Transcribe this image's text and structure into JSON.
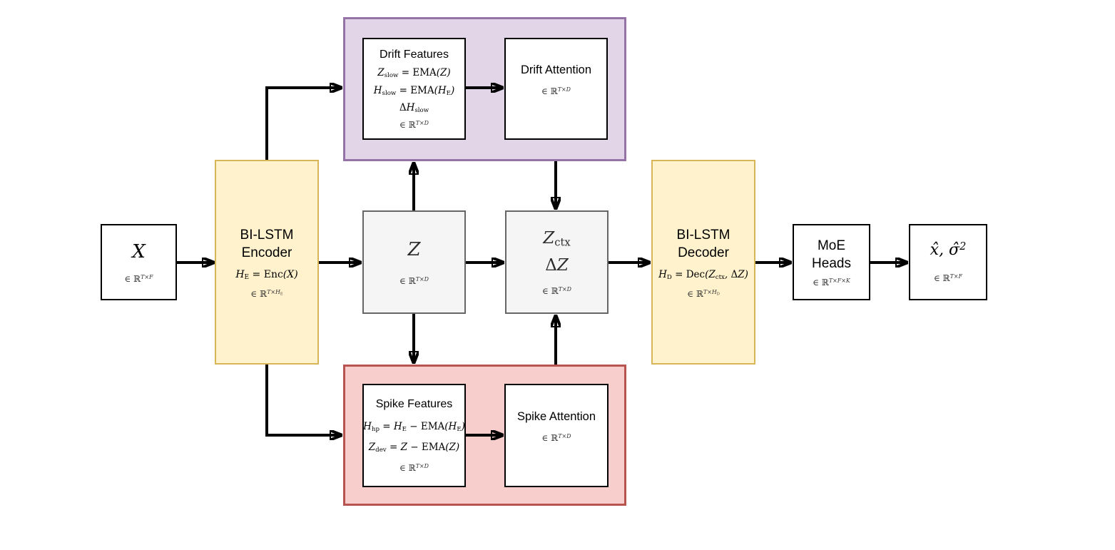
{
  "colors": {
    "canvas_bg": "#ffffff",
    "arrow": "#000000",
    "drift_group_fill": "#E1D5E7",
    "drift_group_stroke": "#9673A6",
    "spike_group_fill": "#F8CECC",
    "spike_group_stroke": "#B85450",
    "lstm_fill": "#FFF2CC",
    "lstm_stroke": "#D6B656",
    "latent_fill": "#F5F5F5",
    "latent_stroke": "#666666",
    "box_fill": "#FFFFFF",
    "box_stroke": "#000000"
  },
  "nodes": {
    "input": {
      "symbol": "X",
      "dims": "∈ ℝ^{T×F}"
    },
    "encoder": {
      "title_line1": "BI-LSTM",
      "title_line2": "Encoder",
      "equation": "H_{E} = Enc(X)",
      "dims": "∈ ℝ^{T×H_E}"
    },
    "latent": {
      "symbol": "Z",
      "dims": "∈ ℝ^{T×D}"
    },
    "context": {
      "symbol_line1": "Z_{ctx}",
      "symbol_line2": "ΔZ",
      "dims": "∈ ℝ^{T×D}"
    },
    "decoder": {
      "title_line1": "BI-LSTM",
      "title_line2": "Decoder",
      "equation": "H_{D} = Dec(Z_{ctx}, ΔZ)",
      "dims": "∈ ℝ^{T×H_D}"
    },
    "moe_heads": {
      "title_line1": "MoE",
      "title_line2": "Heads",
      "dims": "∈ ℝ^{T×F×K}"
    },
    "output": {
      "symbol": "x̂, σ̂^{2}",
      "dims": "∈ ℝ^{T×F}"
    },
    "drift_features": {
      "title": "Drift Features",
      "eq1": "Z_{slow} = EMA(Z)",
      "eq2": "H_{slow} = EMA(H_{E})",
      "eq3": "ΔH_{slow}",
      "dims": "∈ ℝ^{T×D}"
    },
    "drift_attention": {
      "title": "Drift Attention",
      "dims": "∈ ℝ^{T×D}"
    },
    "spike_features": {
      "title": "Spike Features",
      "eq1": "H_{hp} = H_{E} − EMA(H_{E})",
      "eq2": "Z_{dev} = Z − EMA(Z)",
      "dims": "∈ ℝ^{T×D}"
    },
    "spike_attention": {
      "title": "Spike Attention",
      "dims": "∈ ℝ^{T×D}"
    }
  }
}
